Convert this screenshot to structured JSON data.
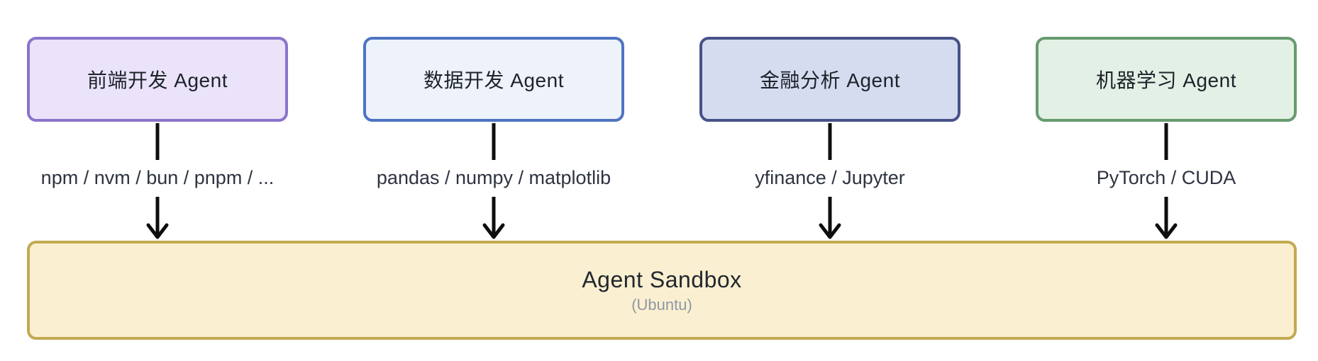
{
  "diagram": {
    "agents": [
      {
        "label": "前端开发 Agent",
        "packages": "npm / nvm / bun / pnpm / ...",
        "fill": "#eae3f9",
        "border": "#8b74cb"
      },
      {
        "label": "数据开发 Agent",
        "packages": "pandas / numpy / matplotlib",
        "fill": "#edf2fb",
        "border": "#4e73c1"
      },
      {
        "label": "金融分析 Agent",
        "packages": "yfinance / Jupyter",
        "fill": "#d5dcf0",
        "border": "#475289"
      },
      {
        "label": "机器学习 Agent",
        "packages": "PyTorch / CUDA",
        "fill": "#e3f0e5",
        "border": "#669b6e"
      }
    ],
    "sandbox": {
      "title": "Agent Sandbox",
      "subtitle": "(Ubuntu)",
      "fill": "#faf0d1",
      "border": "#c3a952"
    },
    "arrow_color": "#0e0e0e"
  }
}
